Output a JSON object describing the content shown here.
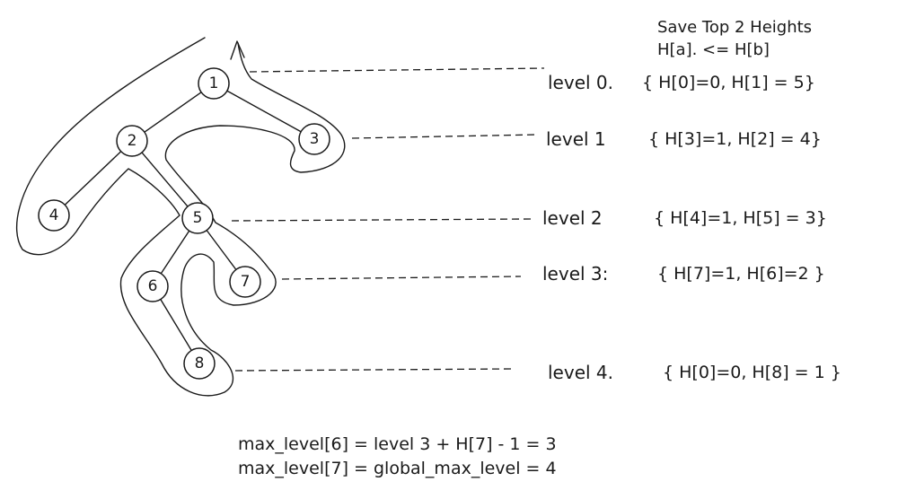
{
  "note": {
    "line1": "Save Top 2 Heights",
    "line2": "H[a]. <= H[b]"
  },
  "nodes": [
    {
      "id": "1",
      "label": "1"
    },
    {
      "id": "2",
      "label": "2"
    },
    {
      "id": "3",
      "label": "3"
    },
    {
      "id": "4",
      "label": "4"
    },
    {
      "id": "5",
      "label": "5"
    },
    {
      "id": "6",
      "label": "6"
    },
    {
      "id": "7",
      "label": "7"
    },
    {
      "id": "8",
      "label": "8"
    }
  ],
  "edges": [
    [
      "1",
      "2"
    ],
    [
      "1",
      "3"
    ],
    [
      "2",
      "4"
    ],
    [
      "2",
      "5"
    ],
    [
      "5",
      "6"
    ],
    [
      "5",
      "7"
    ],
    [
      "6",
      "8"
    ]
  ],
  "levels": [
    {
      "label": "level 0.",
      "heights": "{ H[0]=0,  H[1] = 5}"
    },
    {
      "label": "level 1",
      "heights": "{ H[3]=1, H[2] = 4}"
    },
    {
      "label": "level 2",
      "heights": "{ H[4]=1, H[5] = 3}"
    },
    {
      "label": "level 3:",
      "heights": "{ H[7]=1,  H[6]=2 }"
    },
    {
      "label": "level 4.",
      "heights": "{ H[0]=0, H[8] = 1 }"
    }
  ],
  "formulas": {
    "line1": "max_level[6] = level 3   + H[7] - 1 = 3",
    "line2": "max_level[7] = global_max_level = 4"
  }
}
